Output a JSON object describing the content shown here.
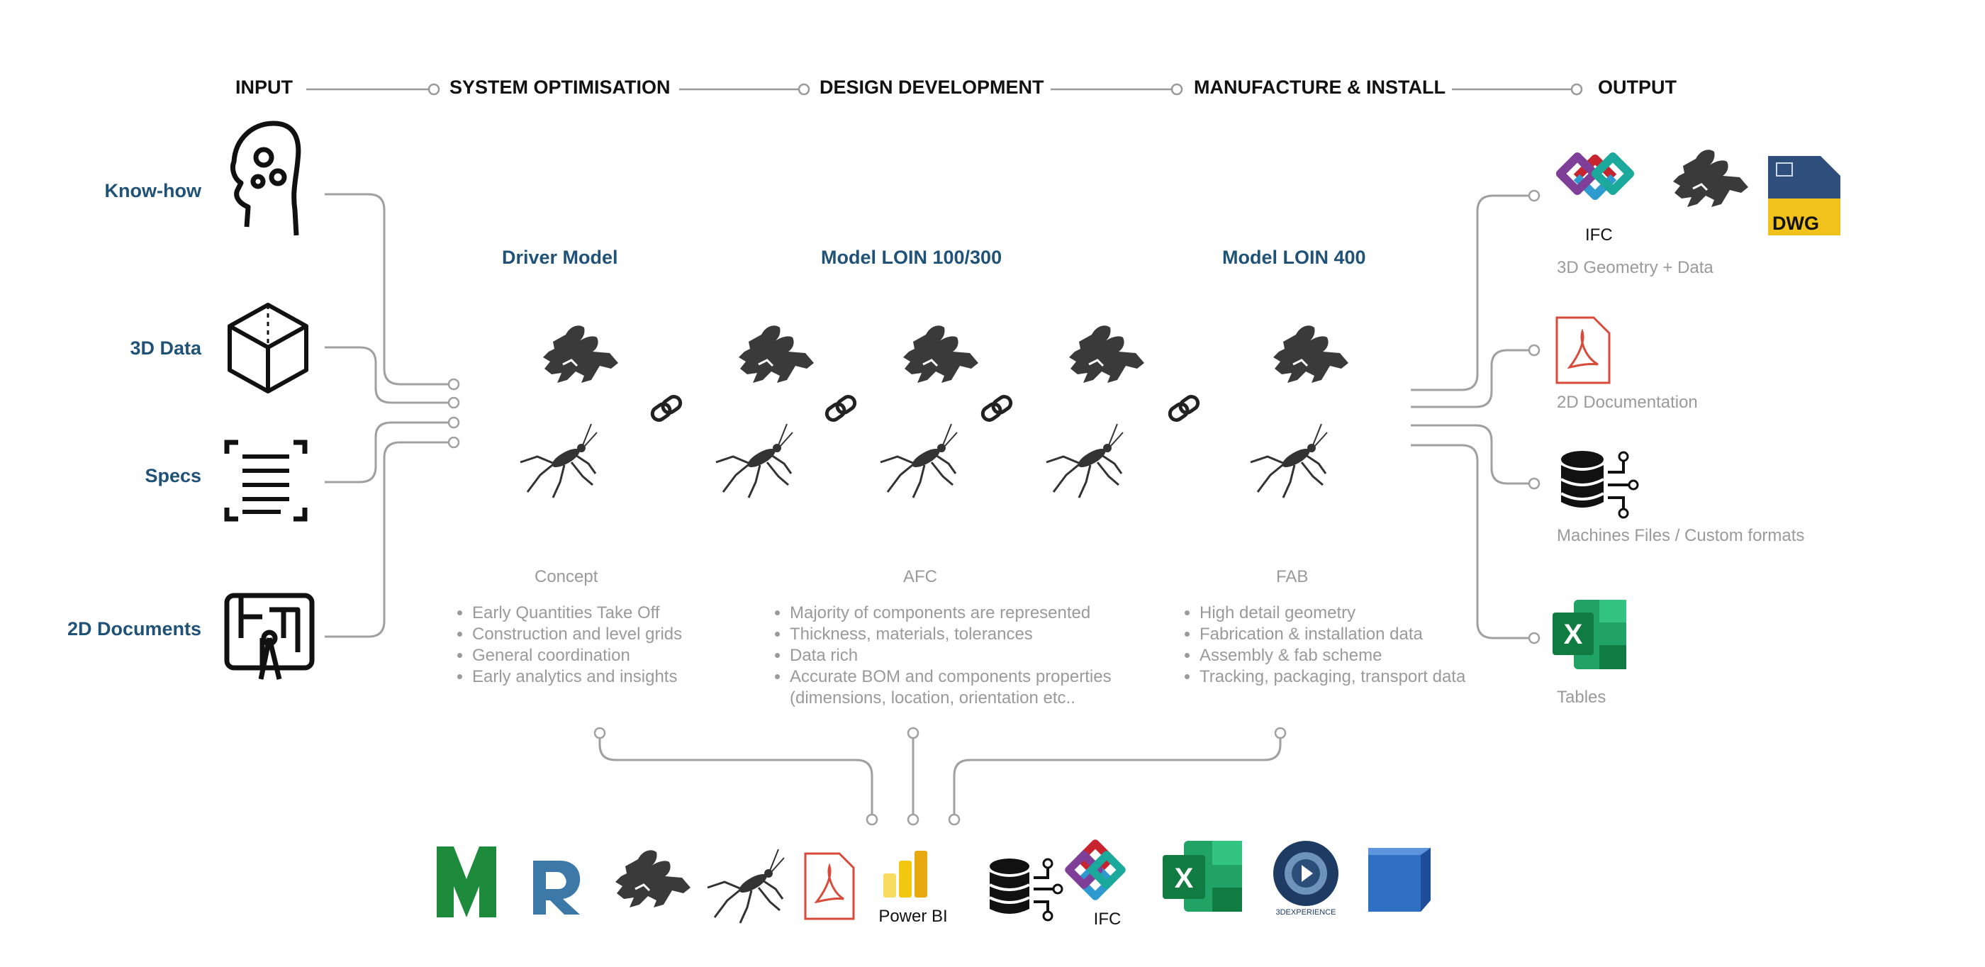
{
  "phases": {
    "input": "INPUT",
    "system_optimisation": "SYSTEM OPTIMISATION",
    "design_development": "DESIGN DEVELOPMENT",
    "manufacture_install": "MANUFACTURE & INSTALL",
    "output": "OUTPUT"
  },
  "inputs": {
    "know_how": "Know-how",
    "data_3d": "3D Data",
    "specs": "Specs",
    "docs_2d": "2D Documents"
  },
  "models": {
    "driver": "Driver Model",
    "loin_100_300": "Model LOIN 100/300",
    "loin_400": "Model LOIN 400"
  },
  "stages": {
    "concept": {
      "title": "Concept",
      "bullets": [
        "Early Quantities Take Off",
        "Construction and level grids",
        "General coordination",
        "Early analytics and insights"
      ]
    },
    "afc": {
      "title": "AFC",
      "bullets": [
        "Majority of components are represented",
        "Thickness, materials, tolerances",
        "Data rich",
        "Accurate BOM and components properties",
        "(dimensions, location, orientation etc.."
      ]
    },
    "fab": {
      "title": "FAB",
      "bullets": [
        "High detail geometry",
        "Fabrication & installation data",
        "Assembly & fab scheme",
        "Tracking, packaging, transport data"
      ]
    }
  },
  "outputs": {
    "geometry": "3D Geometry + Data",
    "documentation": "2D Documentation",
    "machines": "Machines Files / Custom formats",
    "tables": "Tables",
    "ifc_caption": "IFC",
    "dwg_caption": "DWG"
  },
  "tools": {
    "powerbi_caption": "Power BI",
    "ifc_caption": "IFC",
    "excel_letter": "X",
    "experience_caption": "3DEXPERIENCE"
  },
  "colors": {
    "accent_blue": "#1f5276",
    "connector_gray": "#a0a0a0",
    "caption_gray": "#9a9a9a"
  }
}
